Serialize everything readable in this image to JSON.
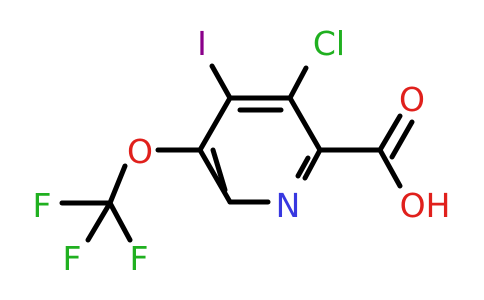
{
  "molecule": {
    "atoms": {
      "iodine": "I",
      "chlorine": "Cl",
      "oxygen_carbonyl": "O",
      "hydroxyl": "OH",
      "nitrogen": "N",
      "oxygen_ether": "O",
      "fluorine_top": "F",
      "fluorine_left": "F",
      "fluorine_right": "F"
    },
    "colors": {
      "carbon_bond": "#000000",
      "nitrogen": "#3838e0",
      "oxygen": "#e0201c",
      "chlorine": "#20b020",
      "iodine": "#8a008a",
      "fluorine": "#20b020"
    }
  }
}
